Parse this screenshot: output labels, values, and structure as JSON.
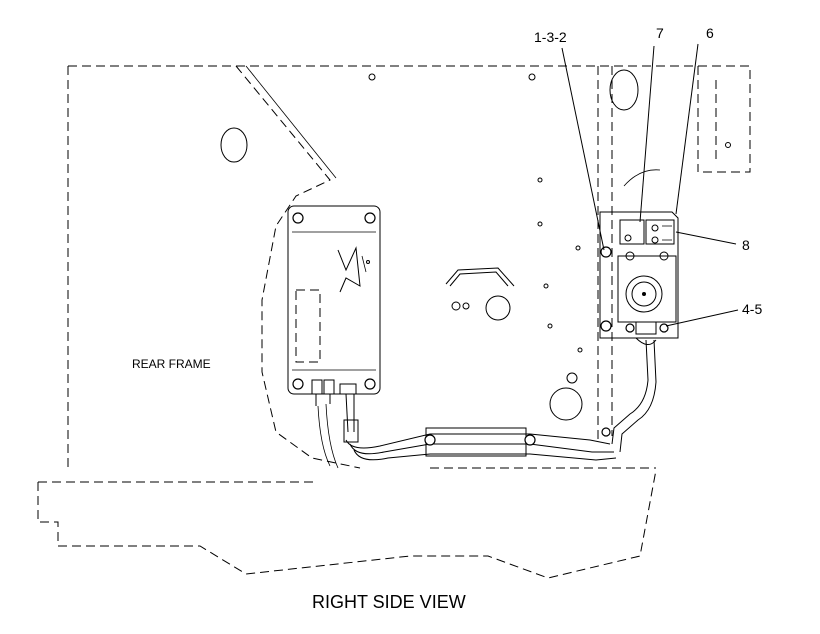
{
  "diagram": {
    "title": "RIGHT SIDE VIEW",
    "region_label": "REAR FRAME",
    "callouts": {
      "c1": "1-3-2",
      "c2": "7",
      "c3": "6",
      "c4": "8",
      "c5": "4-5"
    },
    "colors": {
      "line": "#000000",
      "background": "#ffffff"
    }
  }
}
